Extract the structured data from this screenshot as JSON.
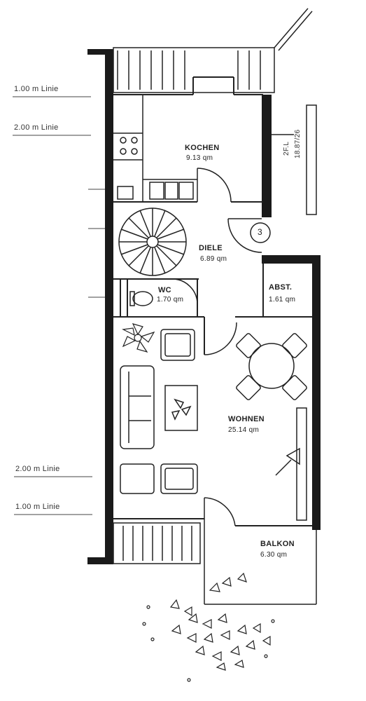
{
  "rooms": {
    "kochen": {
      "name": "KOCHEN",
      "area": "9.13 qm"
    },
    "diele": {
      "name": "DIELE",
      "area": "6.89 qm"
    },
    "wc": {
      "name": "WC",
      "area": "1.70 qm"
    },
    "abst": {
      "name": "ABST.",
      "area": "1.61 qm"
    },
    "wohnen": {
      "name": "WOHNEN",
      "area": "25.14 qm"
    },
    "balkon": {
      "name": "BALKON",
      "area": "6.30 qm"
    }
  },
  "height_lines": {
    "top_1": "1.00 m Linie",
    "top_2": "2.00 m Linie",
    "bottom_2": "2.00 m Linie",
    "bottom_1": "1.00 m Linie"
  },
  "marker_number": "3",
  "section_labels": {
    "a": "2F.L",
    "b": "18.87/26"
  }
}
